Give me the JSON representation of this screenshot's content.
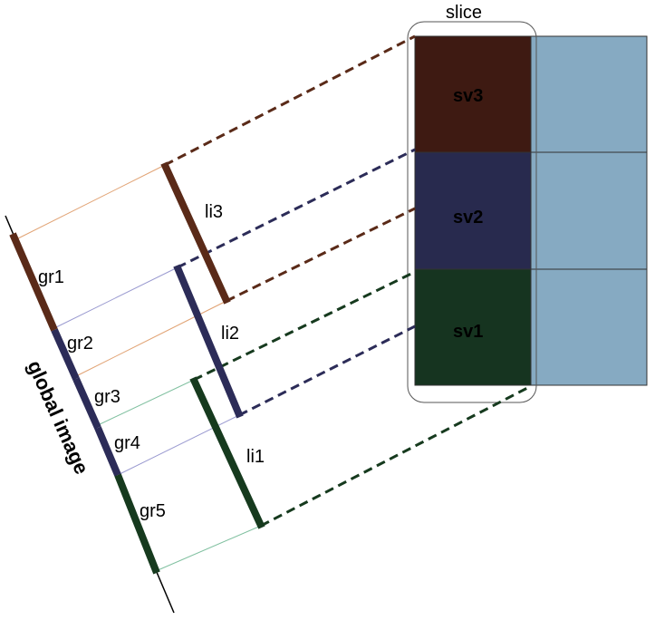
{
  "slice": {
    "label": "slice",
    "cells": [
      {
        "label": "sv3",
        "color": "#3e1a12"
      },
      {
        "label": "sv2",
        "color": "#282a4e"
      },
      {
        "label": "sv1",
        "color": "#163420"
      }
    ],
    "neighbor_color": "#86aac2"
  },
  "global_image": {
    "label": "global image",
    "segments": [
      {
        "label": "gr1",
        "color": "#5a2a18"
      },
      {
        "label": "gr2",
        "color": "#2c2c58"
      },
      {
        "label": "gr3",
        "color": "#2c2c58"
      },
      {
        "label": "gr4",
        "color": "#2c2c58"
      },
      {
        "label": "gr5",
        "color": "#163a1e"
      }
    ]
  },
  "local_images": [
    {
      "label": "li3",
      "color": "#5a2a18"
    },
    {
      "label": "li2",
      "color": "#2c2c58"
    },
    {
      "label": "li1",
      "color": "#163a1e"
    }
  ],
  "colors": {
    "brown": "#5a2a18",
    "navy": "#2c2c58",
    "green": "#163a1e",
    "brown_thin": "#e0a070",
    "navy_thin": "#9a9ad0",
    "green_thin": "#80c0a0"
  }
}
